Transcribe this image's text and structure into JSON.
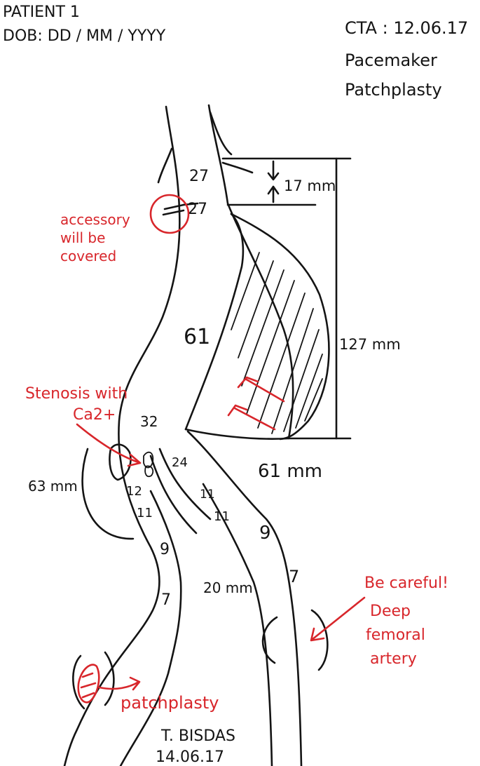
{
  "header": {
    "patient": "PATIENT 1",
    "dob": "DOB: DD / MM / YYYY",
    "cta": "CTA : 12.06.17",
    "line2": "Pacemaker",
    "line3": "Patchplasty"
  },
  "measurements": {
    "d_neck_upper": "27",
    "d_neck_lower": "27",
    "neck_length": "17 mm",
    "aneurysm_length": "127 mm",
    "aneurysm_diameter": "61",
    "distal_diameter": "32",
    "iliac_left_length": "63 mm",
    "right_iliac_length": "61 mm",
    "d_left_common": "12",
    "d_right_common": "24",
    "d_left_11": "11",
    "d_right_11a": "11",
    "d_right_11b": "11",
    "d_left_9": "9",
    "d_right_9": "9",
    "d_left_7": "7",
    "d_right_7": "7",
    "landing_20": "20 mm"
  },
  "annotations": {
    "accessory": [
      "accessory",
      "will be",
      "covered"
    ],
    "stenosis": [
      "Stenosis with",
      "Ca2+"
    ],
    "careful": [
      "Be careful!",
      "Deep",
      "femoral",
      "artery"
    ],
    "patchplasty": "patchplasty"
  },
  "signature": {
    "name": "T. BISDAS",
    "date": "14.06.17"
  },
  "colors": {
    "ink": "#141414",
    "annotation_red": "#d8262b"
  }
}
